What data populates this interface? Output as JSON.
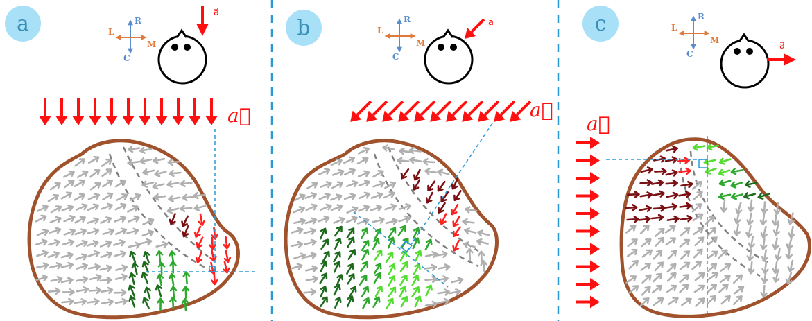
{
  "panels": [
    {
      "id": "a",
      "label": "a",
      "accel_label": "a⃗",
      "accel_direction": "down"
    },
    {
      "id": "b",
      "label": "b",
      "accel_label": "a⃗",
      "accel_direction": "down-left"
    },
    {
      "id": "c",
      "label": "c",
      "accel_label": "a⃗",
      "accel_direction": "right"
    }
  ],
  "compass": {
    "up": "R",
    "down": "C",
    "left": "L",
    "right": "M"
  },
  "colors": {
    "badge": "#a8e0f8",
    "badge_text": "#3a8fb7",
    "accel": "#ff1010",
    "outline": "#a0522d",
    "grey_flow": "#b0b0b0",
    "dark_red": "#7a0f14",
    "red_flow": "#ff2020",
    "dark_green": "#1e6b1e",
    "mid_green": "#2ea82e",
    "light_green": "#55dd33",
    "divider": "#2a9ad6",
    "guide": "#2a9ad6",
    "compass_blue": "#5b8ccc",
    "compass_orange": "#e07a3a",
    "dashed_grey": "#808080"
  },
  "icons": [
    "head-icon",
    "compass-icon",
    "acceleration-arrow-icon"
  ]
}
